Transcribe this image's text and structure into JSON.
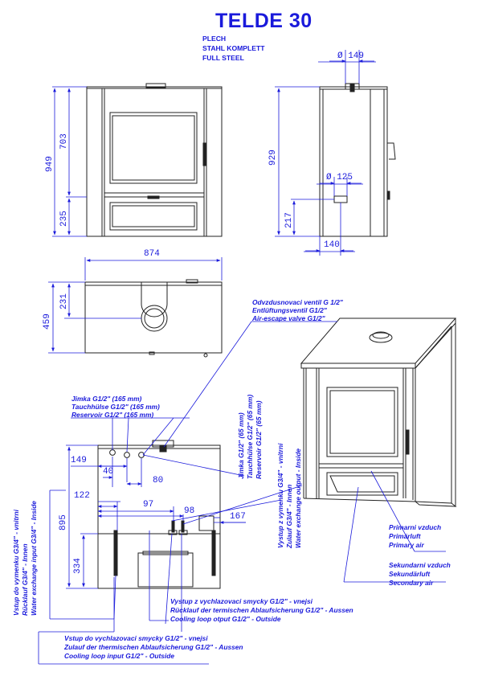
{
  "header": {
    "title": "TELDE 30",
    "subtitle_lines": [
      "PLECH",
      "STAHL KOMPLETT",
      "FULL STEEL"
    ]
  },
  "dimensions": {
    "front_total_height": "949",
    "front_upper_height": "703",
    "front_lower_height": "235",
    "side_total_height": "929",
    "side_lower_height": "217",
    "side_depth_offset": "140",
    "flue_diameter": "Ø 149",
    "pipe_diameter": "Ø 125",
    "top_width": "874",
    "top_depth": "459",
    "top_flue_offset": "231",
    "rear_left_offset": "149",
    "rear_offset_40": "40",
    "rear_offset_80": "80",
    "rear_offset_122": "122",
    "rear_offset_97": "97",
    "rear_offset_98": "98",
    "rear_offset_167": "167",
    "rear_height_895": "895",
    "rear_height_334": "334"
  },
  "labels": {
    "air_valve": [
      "Odvzdusnovaci ventil G 1/2\"",
      "Entlüftungsventil G1/2\"",
      "Air-escape valve G1/2\""
    ],
    "reservoir": [
      "Jimka G1/2\" (165 mm)",
      "Tauchhülse G1/2\" (165 mm)",
      "Reservoir G1/2\" (165 mm)"
    ],
    "reservoir_65": [
      "Jimka G1/2\" (65 mm)",
      "Tauchhülse G1/2\" (65 mm)",
      "Reservoir G1/2\" (65 mm)"
    ],
    "exchanger_output": [
      "Vystup z vymenku G3/4\" - vnitrni",
      "Zulauf G3/4\" - Innen",
      "Water exchange output - Inside"
    ],
    "exchanger_input": [
      "Vstup do vymenku G3/4\" - vnitrni",
      "Rücklauf G3/4\" - Innen",
      "Water exchange input G3/4\" - Inside"
    ],
    "primary_air": [
      "Primarni vzduch",
      "Primärluft",
      "Primary air"
    ],
    "secondary_air": [
      "Sekundarni vzduch",
      "Sekundärluft",
      "Secondary air"
    ],
    "cooling_output": [
      "Vystup z vychlazovaci smycky G1/2\" - vnejsi",
      "Rücklauf der termischen Ablaufsicherung G1/2\" - Aussen",
      "Cooling loop otput G1/2\" - Outside"
    ],
    "cooling_input": [
      "Vstup do vychlazovaci smycky G1/2\" - vnejsi",
      "Zulauf der thermischen Ablaufsicherung G1/2\" - Aussen",
      "Cooling loop input G1/2\" - Outside"
    ]
  },
  "colors": {
    "ink": "#1a1adb",
    "drawing": "#222222"
  }
}
